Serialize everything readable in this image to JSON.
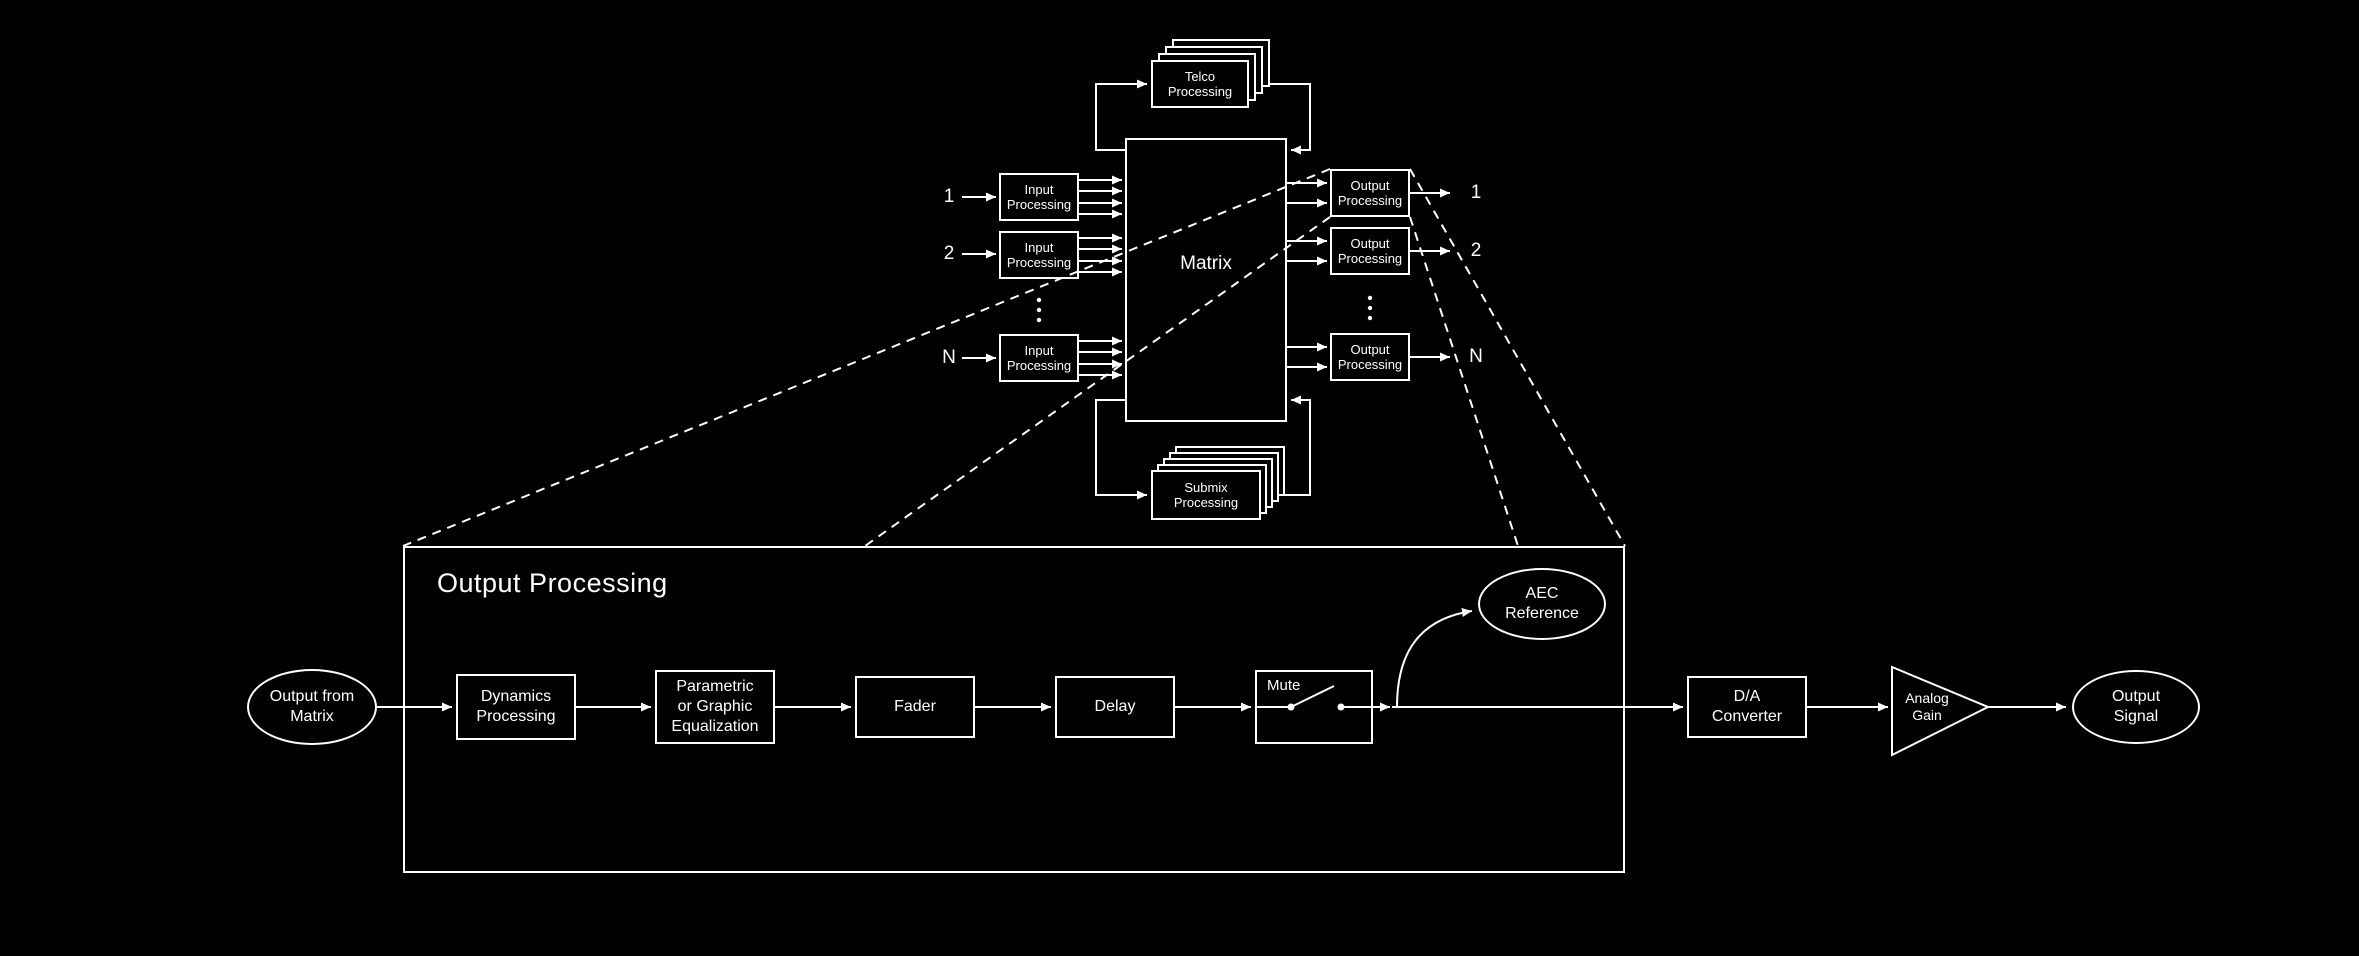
{
  "colors": {
    "background": "#000000",
    "line": "#ffffff",
    "text": "#ffffff"
  },
  "overview": {
    "input_channels": [
      "1",
      "2",
      "N"
    ],
    "output_channels": [
      "1",
      "2",
      "N"
    ],
    "input_box": [
      "Input",
      "Processing"
    ],
    "output_box": [
      "Output",
      "Processing"
    ],
    "matrix": "Matrix",
    "telco": [
      "Telco",
      "Processing"
    ],
    "submix": [
      "Submix",
      "Processing"
    ]
  },
  "detail": {
    "title": "Output Processing",
    "source": [
      "Output from",
      "Matrix"
    ],
    "dynamics": [
      "Dynamics",
      "Processing"
    ],
    "equalization": [
      "Parametric",
      "or Graphic",
      "Equalization"
    ],
    "fader": "Fader",
    "delay": "Delay",
    "mute": "Mute",
    "aec_reference": [
      "AEC",
      "Reference"
    ],
    "da_converter": [
      "D/A",
      "Converter"
    ],
    "analog_gain": [
      "Analog",
      "Gain"
    ],
    "output_signal": [
      "Output",
      "Signal"
    ]
  }
}
